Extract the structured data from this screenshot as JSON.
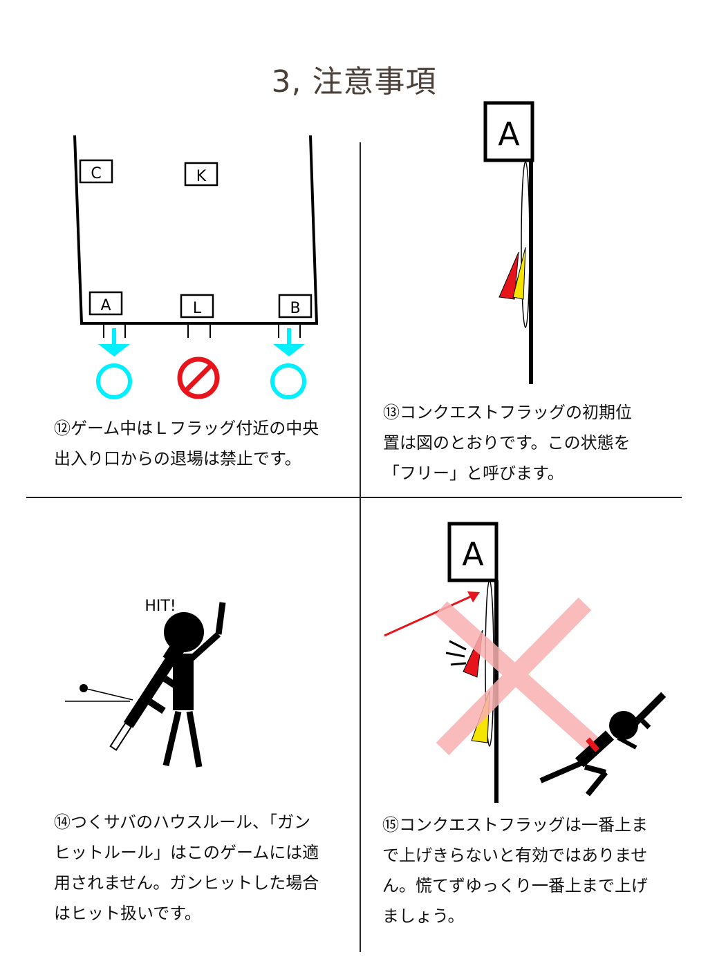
{
  "title": "3, 注意事項",
  "panel12": {
    "box_labels": [
      "C",
      "K",
      "A",
      "L",
      "B"
    ],
    "caption_lines": [
      "⑫ゲーム中はＬフラッグ付近の中央",
      "出入り口からの退場は禁止です。"
    ]
  },
  "panel13": {
    "flag_label": "A",
    "caption_lines": [
      "⑬コンクエストフラッグの初期位",
      "置は図のとおりです。この状態を",
      "「フリー」と呼びます。"
    ]
  },
  "panel14": {
    "hit_text": "HIT!",
    "caption_lines": [
      "⑭つくサバのハウスルール、「ガン",
      "ヒットルール」はこのゲームには適",
      "用されません。ガンヒットした場合",
      "はヒット扱いです。"
    ]
  },
  "panel15": {
    "flag_label": "A",
    "caption_lines": [
      "⑮コンクエストフラッグは一番上ま",
      "で上げきらないと有効ではありませ",
      "ん。慌てずゆっくり一番上まで上げ",
      "ましょう。"
    ]
  },
  "colors": {
    "ok": "#00f0ff",
    "forbidden": "#e8141c",
    "cross": "#f9b0b0",
    "flag_red": "#e8141c",
    "flag_yellow": "#f5e400"
  }
}
